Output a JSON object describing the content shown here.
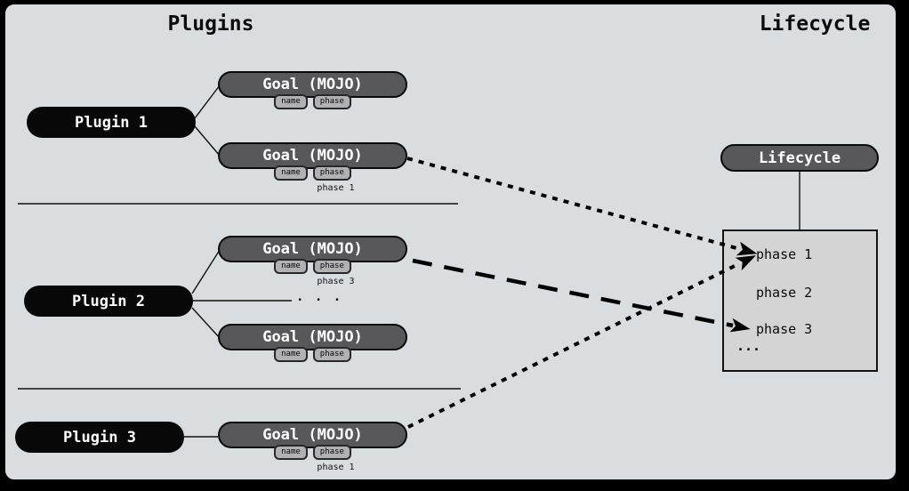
{
  "titles": {
    "plugins": "Plugins",
    "lifecycle": "Lifecycle"
  },
  "plugins": [
    {
      "label": "Plugin 1"
    },
    {
      "label": "Plugin 2"
    },
    {
      "label": "Plugin 3"
    }
  ],
  "badges": {
    "name": "name",
    "phase": "phase"
  },
  "goals": [
    {
      "owner": "Plugin 1",
      "label": "Goal (MOJO)",
      "phase_note": ""
    },
    {
      "owner": "Plugin 1",
      "label": "Goal (MOJO)",
      "phase_note": "phase 1"
    },
    {
      "owner": "Plugin 2",
      "label": "Goal (MOJO)",
      "phase_note": "phase 3"
    },
    {
      "owner": "Plugin 2",
      "label": "Goal (MOJO)",
      "phase_note": ""
    },
    {
      "owner": "Plugin 3",
      "label": "Goal (MOJO)",
      "phase_note": "phase 1"
    }
  ],
  "plugin2_ellipsis": ". . .",
  "lifecycle": {
    "pill_label": "Lifecycle",
    "box": {
      "phases": [
        "phase 1",
        "phase 2",
        "phase 3",
        "..."
      ]
    }
  },
  "connections": [
    {
      "from": "plugin1-goal2",
      "to": "phase 1",
      "style": "dotted"
    },
    {
      "from": "plugin2-goal1",
      "to": "phase 3",
      "style": "long-dash"
    },
    {
      "from": "plugin3-goal1",
      "to": "phase 1",
      "style": "dotted"
    }
  ],
  "colors": {
    "panel_background": "#d9dde0",
    "frame": "#000000",
    "plugin_pill": "#080808",
    "goal_pill": "#58585a",
    "badge": "#b1b1b3",
    "lifecycle_box": "#d4d4d4",
    "line": "#000000",
    "text_light": "#ffffff",
    "text_dark": "#0a0a0a"
  }
}
